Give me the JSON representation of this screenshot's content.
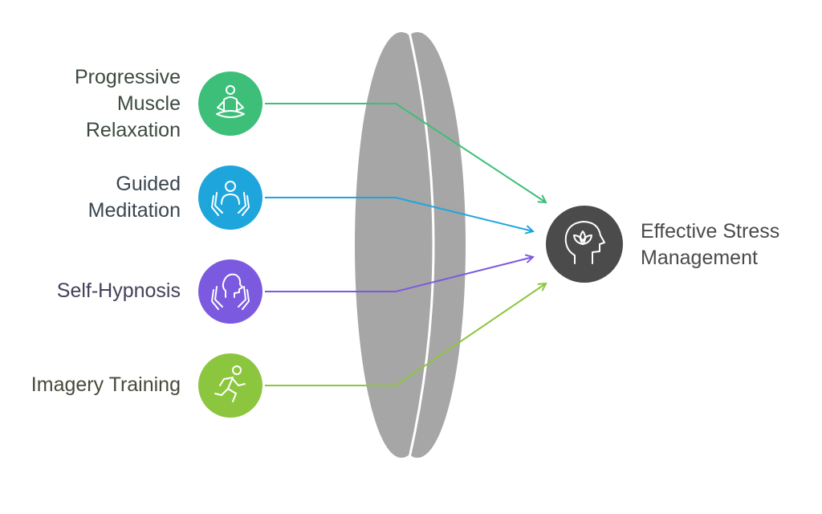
{
  "inputs": [
    {
      "lines": [
        "Progressive",
        "Muscle",
        "Relaxation"
      ],
      "color": "#3dbf7a",
      "icon": "meditation-pose-icon",
      "text_color": "#3c4a3e"
    },
    {
      "lines": [
        "Guided",
        "Meditation"
      ],
      "color": "#1ea6dc",
      "icon": "person-in-hands-icon",
      "text_color": "#3a4650"
    },
    {
      "lines": [
        "Self-Hypnosis"
      ],
      "color": "#7b5ae0",
      "icon": "head-in-hands-icon",
      "text_color": "#44405a"
    },
    {
      "lines": [
        "Imagery Training"
      ],
      "color": "#8cc63f",
      "icon": "running-person-icon",
      "text_color": "#474a3a"
    }
  ],
  "output": {
    "lines": [
      "Effective Stress",
      "Management"
    ],
    "color": "#4b4b4b",
    "icon": "head-with-lotus-icon"
  },
  "lens_color": "#a6a6a6"
}
